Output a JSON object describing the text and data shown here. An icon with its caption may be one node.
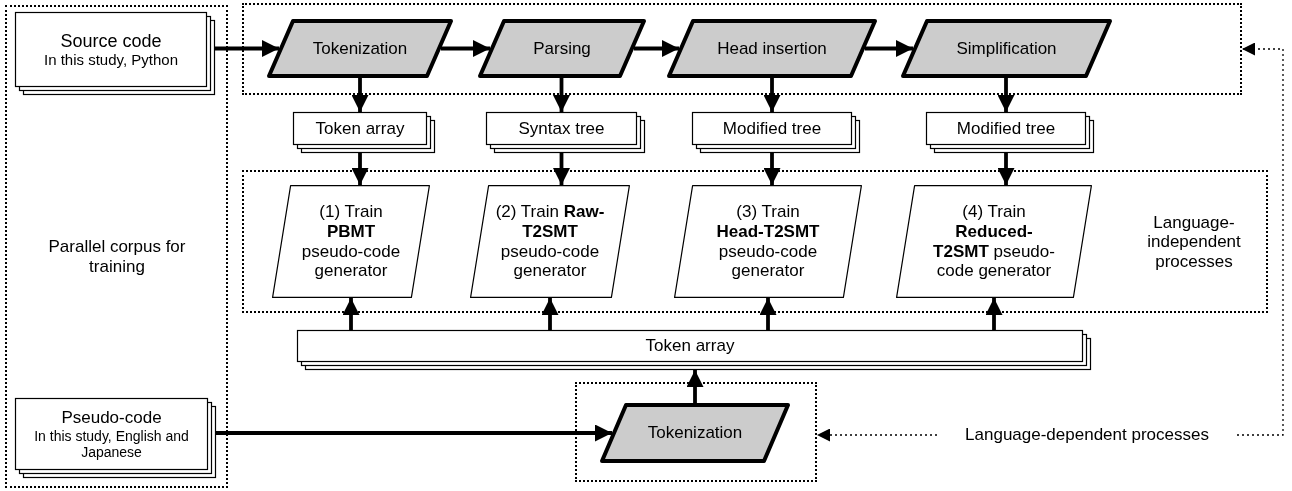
{
  "diagram": {
    "nodes": [
      {
        "text": [
          "Parallel corpus for training"
        ]
      },
      {
        "text": [
          "Source code",
          "In this study, Python"
        ],
        "in": 0
      },
      {
        "text": [
          "Pseudo-code",
          "In this study, English and Japanese"
        ],
        "in": 0
      },
      {
        "text": [],
        "shape": "box"
      },
      {
        "text": [
          "Tokenization"
        ],
        "in": 3
      },
      {
        "text": [
          "Parsing"
        ],
        "in": 3
      },
      {
        "text": [
          "Head insertion"
        ],
        "in": 3
      },
      {
        "text": [
          "Simplification"
        ],
        "in": 3
      },
      {
        "text": [
          "Token array"
        ]
      },
      {
        "text": [
          "Syntax tree"
        ]
      },
      {
        "text": [
          "Modified tree"
        ]
      },
      {
        "text": [
          "Modified tree"
        ]
      },
      {
        "text": [
          "Language-independent processes"
        ]
      },
      {
        "text": [
          "(1) Train **PBMT** pseudo-code generator"
        ],
        "in": 12
      },
      {
        "text": [
          "(2) Train **Raw-T2SMT** pseudo-code generator"
        ],
        "in": 12
      },
      {
        "text": [
          "(3) Train **Head-T2SMT** pseudo-code generator"
        ],
        "in": 12
      },
      {
        "text": [
          "(4) Train **Reduced-T2SMT** pseudo-code generator"
        ],
        "in": 12
      },
      {
        "text": [
          "Token array"
        ]
      },
      {
        "text": [],
        "shape": "box"
      },
      {
        "text": [
          "Tokenization"
        ],
        "in": 18
      },
      {
        "text": [
          "Language-dependent processes"
        ]
      }
    ],
    "edges": [
      {
        "from": 1,
        "to": 4,
        "arrow": "to"
      },
      {
        "from": 4,
        "to": 5,
        "arrow": "to"
      },
      {
        "from": 5,
        "to": 6,
        "arrow": "to"
      },
      {
        "from": 6,
        "to": 7,
        "arrow": "to"
      },
      {
        "from": 4,
        "to": 8,
        "arrow": "to"
      },
      {
        "from": 5,
        "to": 9,
        "arrow": "to"
      },
      {
        "from": 6,
        "to": 10,
        "arrow": "to"
      },
      {
        "from": 7,
        "to": 11,
        "arrow": "to"
      },
      {
        "from": 8,
        "to": 13,
        "arrow": "to"
      },
      {
        "from": 9,
        "to": 14,
        "arrow": "to"
      },
      {
        "from": 10,
        "to": 15,
        "arrow": "to"
      },
      {
        "from": 11,
        "to": 16,
        "arrow": "to"
      },
      {
        "from": 17,
        "to": 13,
        "arrow": "to"
      },
      {
        "from": 17,
        "to": 14,
        "arrow": "to"
      },
      {
        "from": 17,
        "to": 15,
        "arrow": "to"
      },
      {
        "from": 17,
        "to": 16,
        "arrow": "to"
      },
      {
        "from": 19,
        "to": 17,
        "arrow": "to"
      },
      {
        "from": 2,
        "to": 19,
        "arrow": "to"
      },
      {
        "from": 20,
        "to": 18,
        "arrow": "to",
        "style": "dashed"
      },
      {
        "from": 20,
        "to": 3,
        "arrow": "to",
        "style": "dashed"
      }
    ]
  }
}
